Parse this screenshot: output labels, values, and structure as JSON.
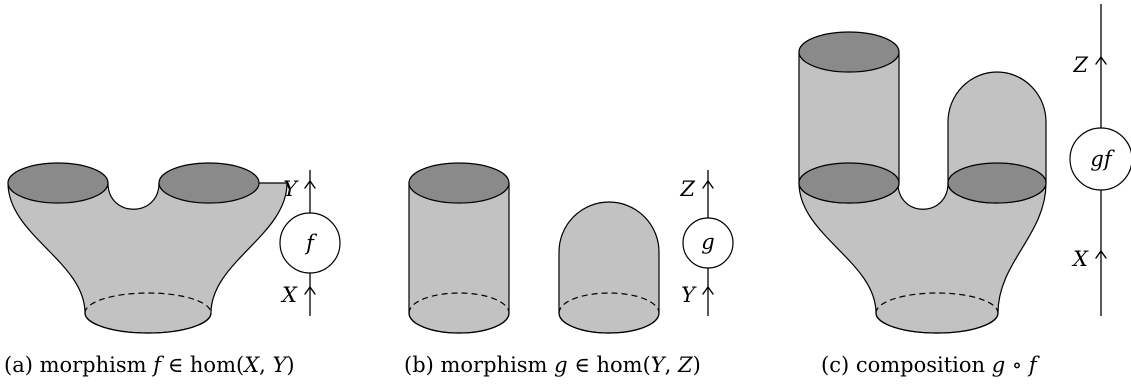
{
  "panels": [
    {
      "id": "a",
      "morphism_label": "f",
      "top_object": "Y",
      "bottom_object": "X",
      "caption": {
        "prefix": "(a) morphism ",
        "math": "f",
        "rest": " ∈ hom(",
        "arg1": "X",
        "sep": ", ",
        "arg2": "Y",
        "close": ")"
      }
    },
    {
      "id": "b",
      "morphism_label": "g",
      "top_object": "Z",
      "bottom_object": "Y",
      "caption": {
        "prefix": "(b) morphism ",
        "math": "g",
        "rest": " ∈ hom(",
        "arg1": "Y",
        "sep": ", ",
        "arg2": "Z",
        "close": ")"
      }
    },
    {
      "id": "c",
      "morphism_label": "gf",
      "top_object": "Z",
      "bottom_object": "X",
      "caption": {
        "prefix": "(c) composition ",
        "math": "g",
        "rest": " ∘ ",
        "arg1": "f"
      }
    }
  ]
}
